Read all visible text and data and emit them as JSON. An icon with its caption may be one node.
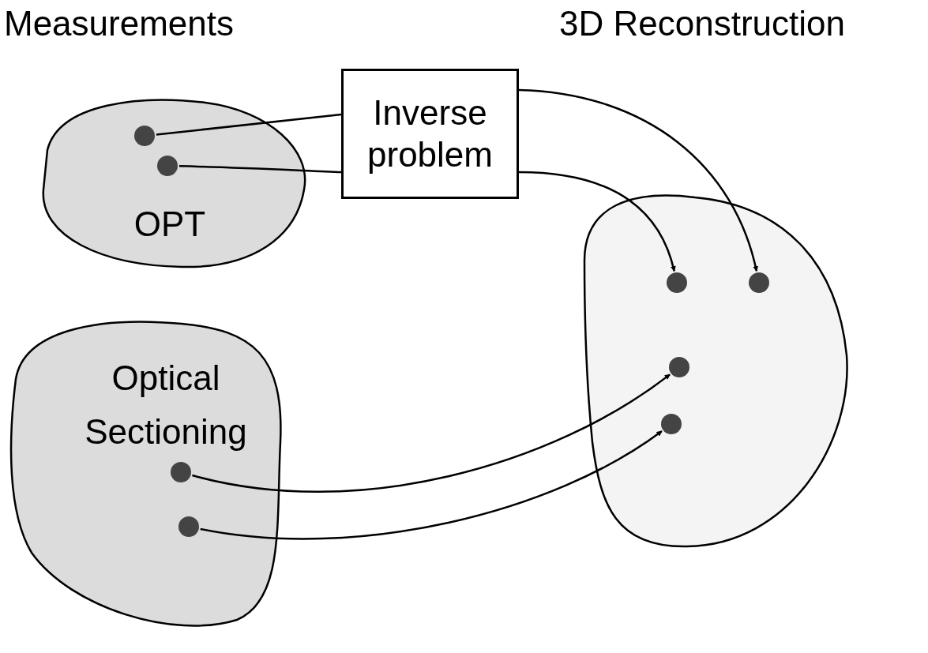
{
  "diagram": {
    "nodes": [
      {
        "text": [
          "OPT"
        ]
      },
      {
        "text": [],
        "shape": "circle",
        "in": 0
      },
      {
        "text": [],
        "shape": "circle",
        "in": 0
      },
      {
        "text": [
          "Optical Sectioning"
        ]
      },
      {
        "text": [],
        "shape": "circle",
        "in": 3
      },
      {
        "text": [],
        "shape": "circle",
        "in": 3
      },
      {
        "text": [
          "Inverse problem"
        ]
      },
      {
        "text": [],
        "shape": "blob"
      },
      {
        "text": [],
        "shape": "circle",
        "in": 7
      },
      {
        "text": [],
        "shape": "circle",
        "in": 7
      },
      {
        "text": [],
        "shape": "circle",
        "in": 7
      },
      {
        "text": [],
        "shape": "circle",
        "in": 7
      }
    ],
    "edges": [
      {
        "from": 1,
        "to": 6,
        "arrow": "none"
      },
      {
        "from": 2,
        "to": 6,
        "arrow": "none"
      },
      {
        "from": 6,
        "to": 9,
        "arrow": "to"
      },
      {
        "from": 6,
        "to": 8,
        "arrow": "to"
      },
      {
        "from": 4,
        "to": 10,
        "arrow": "to"
      },
      {
        "from": 5,
        "to": 11,
        "arrow": "to"
      }
    ],
    "labels": [
      "Measurements",
      "3D Reconstruction"
    ]
  }
}
